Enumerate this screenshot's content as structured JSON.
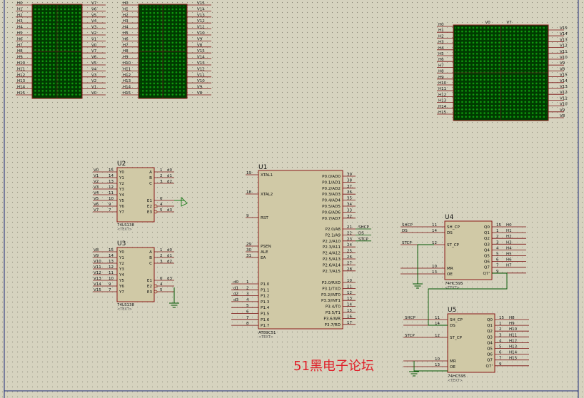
{
  "colors": {
    "background": "#d6d3bf",
    "grid_dot": "#8f8c7c",
    "wire": "#005500",
    "chip_border": "#8b1a1a",
    "chip_fill": "#d0c9a6",
    "matrix_bg": "#003b00",
    "matrix_dot": "#0e9a0e",
    "pin_line": "#7a1010",
    "watermark": "#e0202a",
    "power_arrow": "#1a7a1a"
  },
  "watermark": {
    "text": "51黑电子论坛"
  },
  "matrices": {
    "left": {
      "row_labels": [
        "H0",
        "H1",
        "H2",
        "H3",
        "H4",
        "H5",
        "H6",
        "H7",
        "H8",
        "H9",
        "H10",
        "H11",
        "H12",
        "H13",
        "H14",
        "H15"
      ],
      "col_labels": [
        "V7",
        "V6",
        "V5",
        "V4",
        "V3",
        "V2",
        "V1",
        "V0",
        "V7",
        "V6",
        "V5",
        "V4",
        "V3",
        "V2",
        "V1",
        "V0"
      ]
    },
    "middle": {
      "row_labels": [
        "H0",
        "H1",
        "H2",
        "H3",
        "H4",
        "H5",
        "H6",
        "H7",
        "H8",
        "H9",
        "H10",
        "H11",
        "H12",
        "H13",
        "H14",
        "H15"
      ],
      "col_labels": [
        "V15",
        "V14",
        "V13",
        "V12",
        "V11",
        "V10",
        "V9",
        "V8",
        "V15",
        "V14",
        "V13",
        "V12",
        "V11",
        "V10",
        "V9",
        "V8"
      ]
    },
    "right": {
      "row_labels": [
        "H0",
        "H1",
        "H2",
        "H3",
        "H4",
        "H5",
        "H6",
        "H7",
        "H8",
        "H9",
        "H10",
        "H11",
        "H12",
        "H13",
        "H14",
        "H15"
      ],
      "col_labels": [
        "V15",
        "V14",
        "V13",
        "V12",
        "V11",
        "V10",
        "V9",
        "V8",
        "V15",
        "V14",
        "V13",
        "V12",
        "V11",
        "V10",
        "V9",
        "V8"
      ],
      "top_labels": [
        "V0",
        "V7"
      ]
    }
  },
  "u2": {
    "ref": "U2",
    "part": "74LS138",
    "text_tag": "<TEXT>",
    "left_pins": [
      {
        "net": "V0",
        "num": "15",
        "name": "Y0"
      },
      {
        "net": "V1",
        "num": "14",
        "name": "Y1"
      },
      {
        "net": "V2",
        "num": "13",
        "name": "Y2"
      },
      {
        "net": "V3",
        "num": "12",
        "name": "Y3"
      },
      {
        "net": "V4",
        "num": "11",
        "name": "Y4"
      },
      {
        "net": "V5",
        "num": "10",
        "name": "Y5"
      },
      {
        "net": "V6",
        "num": "9",
        "name": "Y6"
      },
      {
        "net": "V7",
        "num": "7",
        "name": "Y7"
      }
    ],
    "right_pins": [
      {
        "name": "A",
        "num": "1",
        "net": "d0"
      },
      {
        "name": "B",
        "num": "2",
        "net": "d1"
      },
      {
        "name": "C",
        "num": "3",
        "net": "d2"
      },
      {
        "name": "E1",
        "num": "6",
        "net": ""
      },
      {
        "name": "E2",
        "num": "4",
        "net": ""
      },
      {
        "name": "E3",
        "num": "5",
        "net": "d3"
      }
    ]
  },
  "u3": {
    "ref": "U3",
    "part": "74LS138",
    "text_tag": "<TEXT>",
    "left_pins": [
      {
        "net": "V8",
        "num": "15",
        "name": "Y0"
      },
      {
        "net": "V9",
        "num": "14",
        "name": "Y1"
      },
      {
        "net": "V10",
        "num": "13",
        "name": "Y2"
      },
      {
        "net": "V11",
        "num": "12",
        "name": "Y3"
      },
      {
        "net": "V12",
        "num": "11",
        "name": "Y4"
      },
      {
        "net": "V13",
        "num": "10",
        "name": "Y5"
      },
      {
        "net": "V14",
        "num": "9",
        "name": "Y6"
      },
      {
        "net": "V15",
        "num": "7",
        "name": "Y7"
      }
    ],
    "right_pins": [
      {
        "name": "A",
        "num": "1",
        "net": "d0"
      },
      {
        "name": "B",
        "num": "2",
        "net": "d1"
      },
      {
        "name": "C",
        "num": "3",
        "net": "d2"
      },
      {
        "name": "E1",
        "num": "6",
        "net": "d3"
      },
      {
        "name": "E2",
        "num": "4",
        "net": ""
      },
      {
        "name": "E3",
        "num": "5",
        "net": ""
      }
    ]
  },
  "u1": {
    "ref": "U1",
    "part": "AT89C51",
    "text_tag": "<TEXT>",
    "left_top": [
      {
        "num": "19",
        "name": "XTAL1"
      },
      {
        "num": "18",
        "name": "XTAL2"
      },
      {
        "num": "9",
        "name": "RST"
      },
      {
        "num": "29",
        "name": "PSEN"
      },
      {
        "num": "30",
        "name": "ALE"
      },
      {
        "num": "31",
        "name": "EA"
      }
    ],
    "left_p1": [
      {
        "net": "d0",
        "num": "1",
        "name": "P1.0"
      },
      {
        "net": "d1",
        "num": "2",
        "name": "P1.1"
      },
      {
        "net": "d2",
        "num": "3",
        "name": "P1.2"
      },
      {
        "net": "d3",
        "num": "4",
        "name": "P1.3"
      },
      {
        "net": "",
        "num": "5",
        "name": "P1.4"
      },
      {
        "net": "",
        "num": "6",
        "name": "P1.5"
      },
      {
        "net": "",
        "num": "7",
        "name": "P1.6"
      },
      {
        "net": "",
        "num": "8",
        "name": "P1.7"
      }
    ],
    "right_p0": [
      {
        "name": "P0.0/AD0",
        "num": "39"
      },
      {
        "name": "P0.1/AD1",
        "num": "38"
      },
      {
        "name": "P0.2/AD2",
        "num": "37"
      },
      {
        "name": "P0.3/AD3",
        "num": "36"
      },
      {
        "name": "P0.4/AD4",
        "num": "35"
      },
      {
        "name": "P0.5/AD5",
        "num": "34"
      },
      {
        "name": "P0.6/AD6",
        "num": "33"
      },
      {
        "name": "P0.7/AD7",
        "num": "32"
      }
    ],
    "right_p2": [
      {
        "name": "P2.0/A8",
        "num": "21",
        "net": "SHCP"
      },
      {
        "name": "P2.1/A9",
        "num": "22",
        "net": "DS"
      },
      {
        "name": "P2.2/A10",
        "num": "23",
        "net": "STCP"
      },
      {
        "name": "P2.3/A11",
        "num": "24",
        "net": ""
      },
      {
        "name": "P2.4/A12",
        "num": "25",
        "net": ""
      },
      {
        "name": "P2.5/A13",
        "num": "26",
        "net": ""
      },
      {
        "name": "P2.6/A14",
        "num": "27",
        "net": ""
      },
      {
        "name": "P2.7/A15",
        "num": "28",
        "net": ""
      }
    ],
    "right_p3": [
      {
        "name": "P3.0/RXD",
        "num": "10"
      },
      {
        "name": "P3.1/TXD",
        "num": "11"
      },
      {
        "name": "P3.2/INT0",
        "num": "12"
      },
      {
        "name": "P3.3/INT1",
        "num": "13"
      },
      {
        "name": "P3.4/T0",
        "num": "14"
      },
      {
        "name": "P3.5/T1",
        "num": "15"
      },
      {
        "name": "P3.6/WR",
        "num": "16"
      },
      {
        "name": "P3.7/RD",
        "num": "17"
      }
    ]
  },
  "u4": {
    "ref": "U4",
    "part": "74HC595",
    "text_tag": "<TEXT>",
    "left_pins": [
      {
        "net": "SHCP",
        "num": "11",
        "name": "SH_CP"
      },
      {
        "net": "DS",
        "num": "14",
        "name": "DS"
      },
      {
        "net": "STCP",
        "num": "12",
        "name": "ST_CP"
      },
      {
        "net": "",
        "num": "10",
        "name": "MR"
      },
      {
        "net": "",
        "num": "13",
        "name": "OE"
      }
    ],
    "right_pins": [
      {
        "name": "Q0",
        "num": "15",
        "net": "H0"
      },
      {
        "name": "Q1",
        "num": "1",
        "net": "H1"
      },
      {
        "name": "Q2",
        "num": "2",
        "net": "H2"
      },
      {
        "name": "Q3",
        "num": "3",
        "net": "H3"
      },
      {
        "name": "Q4",
        "num": "4",
        "net": "H4"
      },
      {
        "name": "Q5",
        "num": "5",
        "net": "H5"
      },
      {
        "name": "Q6",
        "num": "6",
        "net": "H6"
      },
      {
        "name": "Q7",
        "num": "7",
        "net": "H7"
      },
      {
        "name": "Q7'",
        "num": "9",
        "net": ""
      }
    ]
  },
  "u5": {
    "ref": "U5",
    "part": "74HC595",
    "text_tag": "<TEXT>",
    "left_pins": [
      {
        "net": "SHCP",
        "num": "11",
        "name": "SH_CP"
      },
      {
        "net": "",
        "num": "14",
        "name": "DS"
      },
      {
        "net": "STCP",
        "num": "12",
        "name": "ST_CP"
      },
      {
        "net": "",
        "num": "10",
        "name": "MR"
      },
      {
        "net": "",
        "num": "13",
        "name": "OE"
      }
    ],
    "right_pins": [
      {
        "name": "Q0",
        "num": "15",
        "net": "H8"
      },
      {
        "name": "Q1",
        "num": "1",
        "net": "H9"
      },
      {
        "name": "Q2",
        "num": "2",
        "net": "H10"
      },
      {
        "name": "Q3",
        "num": "3",
        "net": "H11"
      },
      {
        "name": "Q4",
        "num": "4",
        "net": "H12"
      },
      {
        "name": "Q5",
        "num": "5",
        "net": "H13"
      },
      {
        "name": "Q6",
        "num": "6",
        "net": "H14"
      },
      {
        "name": "Q7",
        "num": "7",
        "net": "H15"
      },
      {
        "name": "Q7'",
        "num": "9",
        "net": ""
      }
    ]
  }
}
